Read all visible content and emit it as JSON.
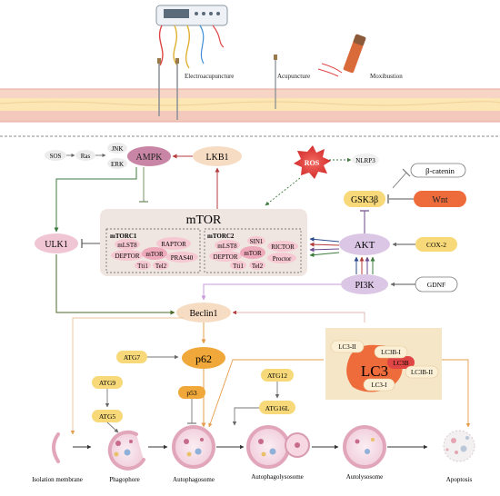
{
  "top_labels": {
    "electroacupuncture": "Electroacupuncture",
    "acupuncture": "Acupuncture",
    "moxibustion": "Moxibustion"
  },
  "nodes": {
    "sos": "SOS",
    "ras": "Ras",
    "jnk": "JNK",
    "erk": "ERK",
    "ampk": "AMPK",
    "lkb1": "LKB1",
    "ros": "ROS",
    "nlrp3": "NLRP3",
    "beta_catenin": "β-catenin",
    "gsk3b": "GSK3β",
    "wnt": "Wnt",
    "ulk1": "ULK1",
    "akt": "AKT",
    "cox2": "COX-2",
    "pi3k": "PI3K",
    "gdnf": "GDNF",
    "beclin1": "Beclin1",
    "atg7": "ATG7",
    "p62": "p62",
    "atg9": "ATG9",
    "atg5": "ATG5",
    "p53": "p53",
    "atg12": "ATG12",
    "atg16l": "ATG16L"
  },
  "mtor": {
    "title": "mTOR",
    "mtorc1": {
      "label": "mTORC1",
      "components": [
        "mLST8",
        "RAPTOR",
        "DEPTOR",
        "mTOR",
        "PRAS40",
        "Tti1",
        "Tel2"
      ]
    },
    "mtorc2": {
      "label": "mTORC2",
      "components": [
        "mLST8",
        "SIN1",
        "RICTOR",
        "DEPTOR",
        "mTOR",
        "Proctor",
        "Tti1",
        "Tel2"
      ]
    }
  },
  "lc3": {
    "main": "LC3",
    "lc3_ii": "LC3-II",
    "lc3b_i": "LC3B-I",
    "lc3b": "LC3B",
    "lc3b_ii": "LC3B-II",
    "lc3_i": "LC3-I"
  },
  "stages": [
    "Isolation membrane",
    "Phagophore",
    "Autophagosome",
    "Autophagolysosome",
    "Autolysosome",
    "Apoptosis"
  ],
  "colors": {
    "skin_top": "#f6d5c6",
    "skin_mid": "#fbe6b4",
    "skin_bottom": "#f3c9bd",
    "kinase_purple": "#c985a5",
    "lavender": "#dcc6e6",
    "yellow_box": "#f7d97a",
    "peach": "#f7dcc4",
    "orange": "#ee6b3b",
    "mtor_bg": "#efe5e1",
    "lc3_bg": "#f6e6c8",
    "ros_red": "#e23b38",
    "arrow_red": "#b43b3b",
    "arrow_green": "#3d7a3d",
    "arrow_purple": "#6d4a8c",
    "arrow_blue": "#2e4a8c",
    "arrow_orange": "#e59c4a"
  }
}
